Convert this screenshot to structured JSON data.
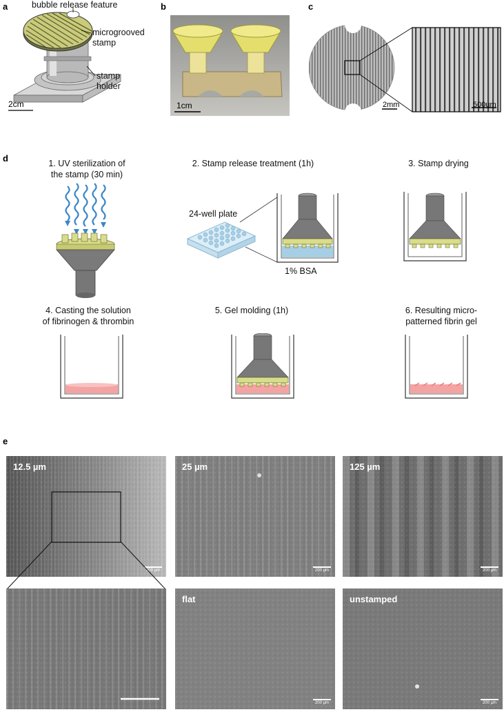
{
  "panels": {
    "a": {
      "label": "a",
      "callouts": {
        "bubble": "bubble release feature",
        "stamp_line1": "microgrooved",
        "stamp_line2": "stamp",
        "holder_line1": "stamp",
        "holder_line2": "holder"
      },
      "scale": "2cm"
    },
    "b": {
      "label": "b",
      "scale": "1cm"
    },
    "c": {
      "label": "c",
      "scale_left": "2mm",
      "scale_right": "500um"
    },
    "d": {
      "label": "d",
      "steps": [
        {
          "line1": "1.  UV sterilization of",
          "line2": "the stamp (30 min)"
        },
        {
          "line1": "2. Stamp release treatment (1h)",
          "line2": ""
        },
        {
          "line1": "3. Stamp drying",
          "line2": ""
        },
        {
          "line1": "4. Casting the solution",
          "line2": "of fibrinogen & thrombin"
        },
        {
          "line1": "5. Gel molding (1h)",
          "line2": ""
        },
        {
          "line1": "6. Resulting micro-",
          "line2": "patterned fibrin gel"
        }
      ],
      "plate_label": "24-well plate",
      "bsa_label": "1% BSA"
    },
    "e": {
      "label": "e",
      "images": [
        {
          "label": "12.5 µm",
          "scale": "200 µm"
        },
        {
          "label": "25 µm",
          "scale": "200 µm"
        },
        {
          "label": "125 µm",
          "scale": "200 µm"
        },
        {
          "label": "",
          "scale": ""
        },
        {
          "label": "flat",
          "scale": "200 µm"
        },
        {
          "label": "unstamped",
          "scale": "200 µm"
        }
      ]
    }
  },
  "colors": {
    "stamp_yellow": "#d9dc8a",
    "stamp_gray": "#7a7a7a",
    "uv_blue": "#3a86c8",
    "bsa_blue": "#a6cfe6",
    "gel_pink": "#f4a3a3",
    "micro_gray": "#7c7c7c"
  }
}
